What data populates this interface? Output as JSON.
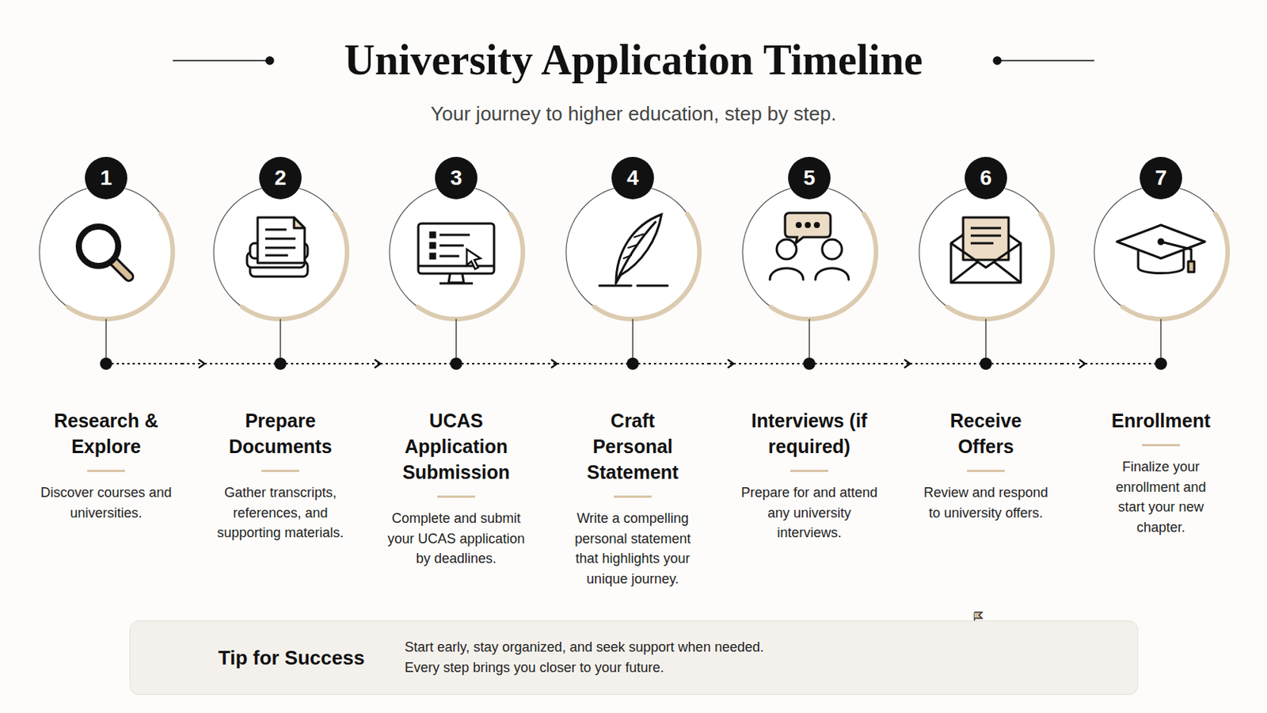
{
  "diagram": {
    "title": "University Application Timeline",
    "nodes": [
      {
        "text": [
          "1",
          "Research & Explore",
          "Discover courses and universities."
        ]
      },
      {
        "text": [
          "2",
          "Prepare Documents",
          "Gather transcripts, references, and supporting materials."
        ]
      },
      {
        "text": [
          "3",
          "UCAS Application Submission",
          "Complete and submit your UCAS application by deadlines."
        ]
      },
      {
        "text": [
          "4",
          "Craft Personal Statement",
          "Write a compelling personal statement that highlights your unique journey."
        ]
      },
      {
        "text": [
          "5",
          "Interviews (if required)",
          "Prepare for and attend any university interviews."
        ]
      },
      {
        "text": [
          "6",
          "Receive Offers",
          "Review and respond to university offers."
        ]
      },
      {
        "text": [
          "7",
          "Enrollment",
          "Finalize your enrollment and start your new chapter."
        ]
      },
      {
        "text": [
          "Tip for Success",
          "Start early, stay organized, and seek support when needed. Every step brings you closer to your future."
        ]
      }
    ],
    "edges": [
      {
        "from": 0,
        "to": 1,
        "arrow": "to"
      },
      {
        "from": 1,
        "to": 2,
        "arrow": "to"
      },
      {
        "from": 2,
        "to": 3,
        "arrow": "to"
      },
      {
        "from": 3,
        "to": 4,
        "arrow": "to"
      },
      {
        "from": 4,
        "to": 5,
        "arrow": "to"
      },
      {
        "from": 5,
        "to": 6,
        "arrow": "to"
      }
    ],
    "labels": [
      "Your journey to higher education, step by step."
    ]
  }
}
